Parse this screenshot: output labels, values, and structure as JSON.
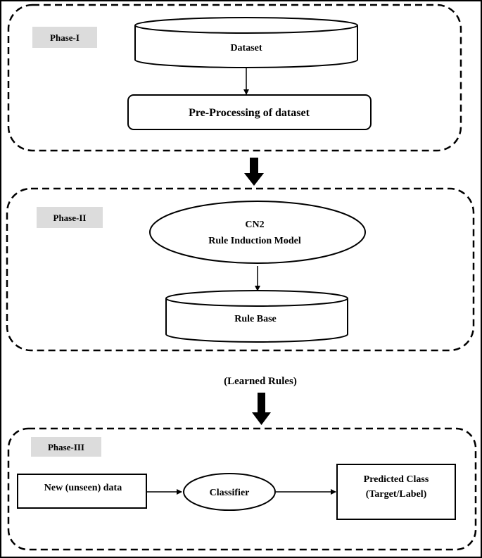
{
  "colors": {
    "background": "#ffffff",
    "stroke": "#000000",
    "phase_label_bg": "#dcdcdc",
    "arrow_fill": "#000000"
  },
  "phases": {
    "phase1": {
      "label": "Phase-I"
    },
    "phase2": {
      "label": "Phase-II"
    },
    "phase3": {
      "label": "Phase-III"
    }
  },
  "nodes": {
    "dataset": {
      "label": "Dataset",
      "shape": "cylinder"
    },
    "preprocessing": {
      "label": "Pre-Processing of dataset",
      "shape": "rounded-rect"
    },
    "cn2_model": {
      "line1": "CN2",
      "line2": "Rule Induction Model",
      "shape": "ellipse"
    },
    "rule_base": {
      "label": "Rule Base",
      "shape": "cylinder"
    },
    "new_data": {
      "label": "New (unseen) data",
      "shape": "rect"
    },
    "classifier": {
      "label": "Classifier",
      "shape": "ellipse"
    },
    "predicted_class": {
      "line1": "Predicted Class",
      "line2": "(Target/Label)",
      "shape": "rect"
    }
  },
  "edges": {
    "learned_rules": {
      "label": "(Learned Rules)"
    }
  }
}
